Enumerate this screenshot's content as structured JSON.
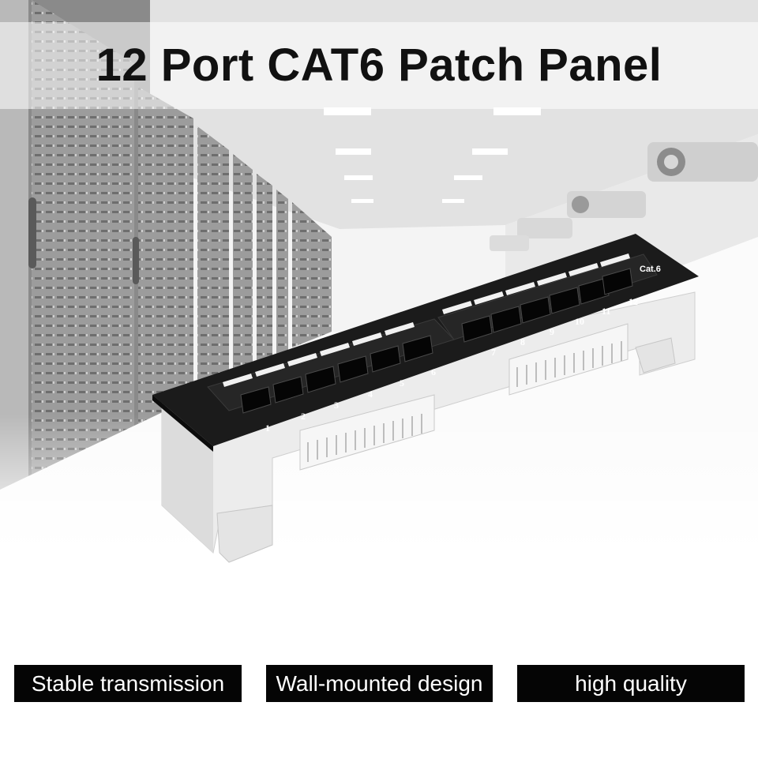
{
  "title": "12 Port CAT6 Patch Panel",
  "product": {
    "name_icon": "patch-panel-icon",
    "marking": "Cat.6",
    "port_numbers": [
      "1",
      "2",
      "3",
      "4",
      "5",
      "6",
      "7",
      "8",
      "9",
      "10",
      "11",
      "12"
    ]
  },
  "features": [
    {
      "label": "Stable transmission"
    },
    {
      "label": "Wall-mounted design"
    },
    {
      "label": "high quality"
    }
  ],
  "colors": {
    "badge_background": "#050505",
    "badge_text": "#ffffff",
    "title_text": "#111111",
    "panel_face": "#1a1a1a",
    "housing": "#e9e9e9"
  }
}
